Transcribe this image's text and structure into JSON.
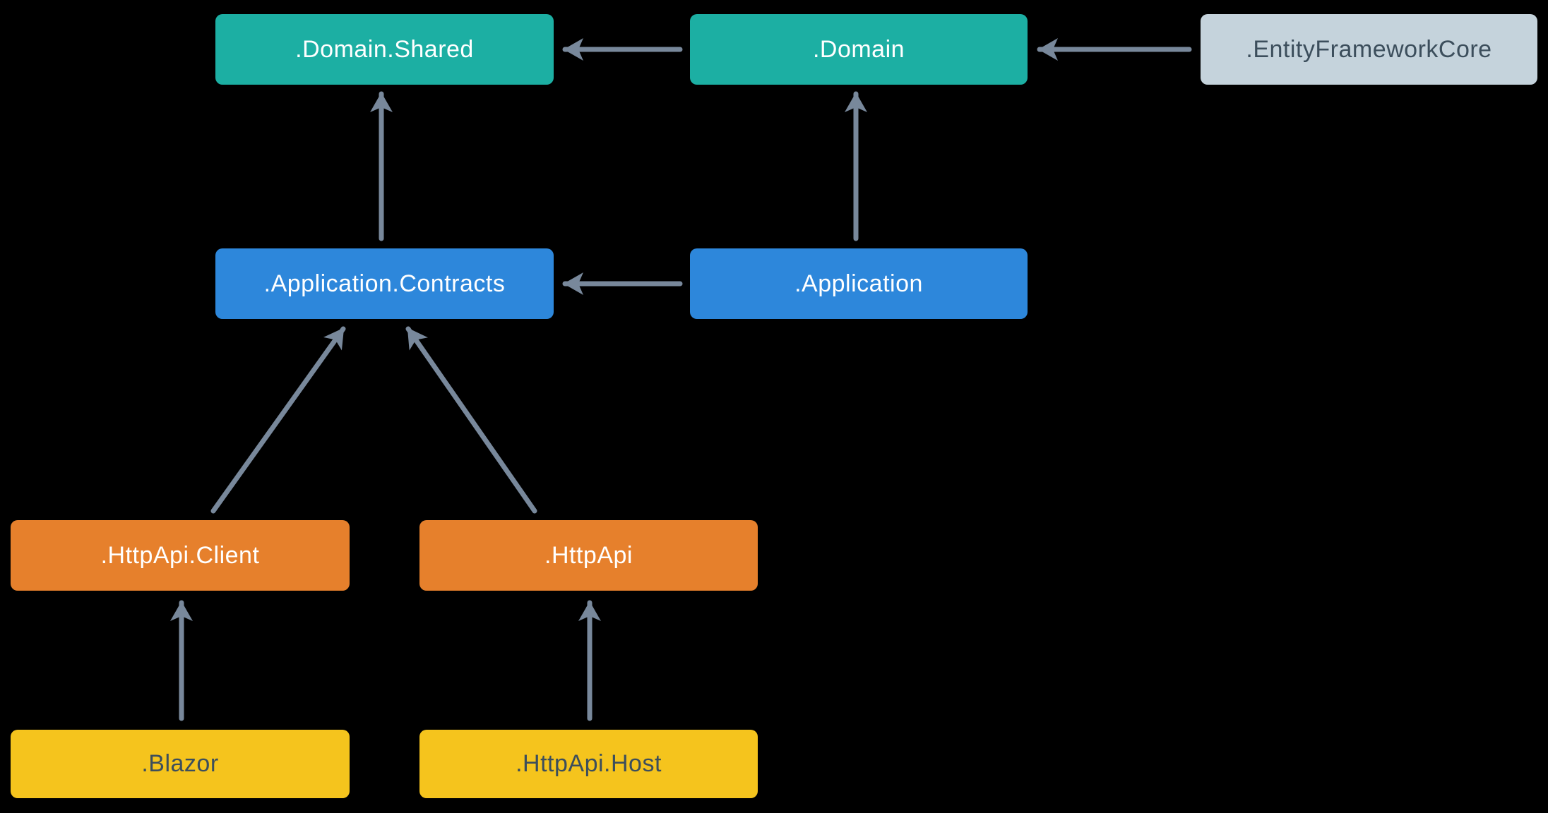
{
  "diagram": {
    "type": "dependency-graph",
    "nodes": [
      {
        "id": "domain-shared",
        "label": ".Domain.Shared",
        "fill": "#1CAFA3",
        "text_color": "#FFFFFF"
      },
      {
        "id": "domain",
        "label": ".Domain",
        "fill": "#1CAFA3",
        "text_color": "#FFFFFF"
      },
      {
        "id": "efcore",
        "label": ".EntityFrameworkCore",
        "fill": "#C5D3DC",
        "text_color": "#3C4E5C"
      },
      {
        "id": "app-contracts",
        "label": ".Application.Contracts",
        "fill": "#2D87DB",
        "text_color": "#FFFFFF"
      },
      {
        "id": "application",
        "label": ".Application",
        "fill": "#2D87DB",
        "text_color": "#FFFFFF"
      },
      {
        "id": "httpapi-client",
        "label": ".HttpApi.Client",
        "fill": "#E6802C",
        "text_color": "#FFFFFF"
      },
      {
        "id": "httpapi",
        "label": ".HttpApi",
        "fill": "#E6802C",
        "text_color": "#FFFFFF"
      },
      {
        "id": "blazor",
        "label": ".Blazor",
        "fill": "#F5C41D",
        "text_color": "#3C4E5C"
      },
      {
        "id": "httpapi-host",
        "label": ".HttpApi.Host",
        "fill": "#F5C41D",
        "text_color": "#3C4E5C"
      }
    ],
    "edges": [
      {
        "from": "domain",
        "to": "domain-shared"
      },
      {
        "from": "efcore",
        "to": "domain"
      },
      {
        "from": "app-contracts",
        "to": "domain-shared"
      },
      {
        "from": "application",
        "to": "domain"
      },
      {
        "from": "application",
        "to": "app-contracts"
      },
      {
        "from": "httpapi-client",
        "to": "app-contracts"
      },
      {
        "from": "httpapi",
        "to": "app-contracts"
      },
      {
        "from": "blazor",
        "to": "httpapi-client"
      },
      {
        "from": "httpapi-host",
        "to": "httpapi"
      }
    ],
    "colors": {
      "background": "#000000",
      "teal": "#1CAFA3",
      "blue": "#2D87DB",
      "orange": "#E6802C",
      "yellow": "#F5C41D",
      "steel": "#C5D3DC",
      "dark_text": "#3C4E5C",
      "arrow": "#78889B"
    }
  }
}
